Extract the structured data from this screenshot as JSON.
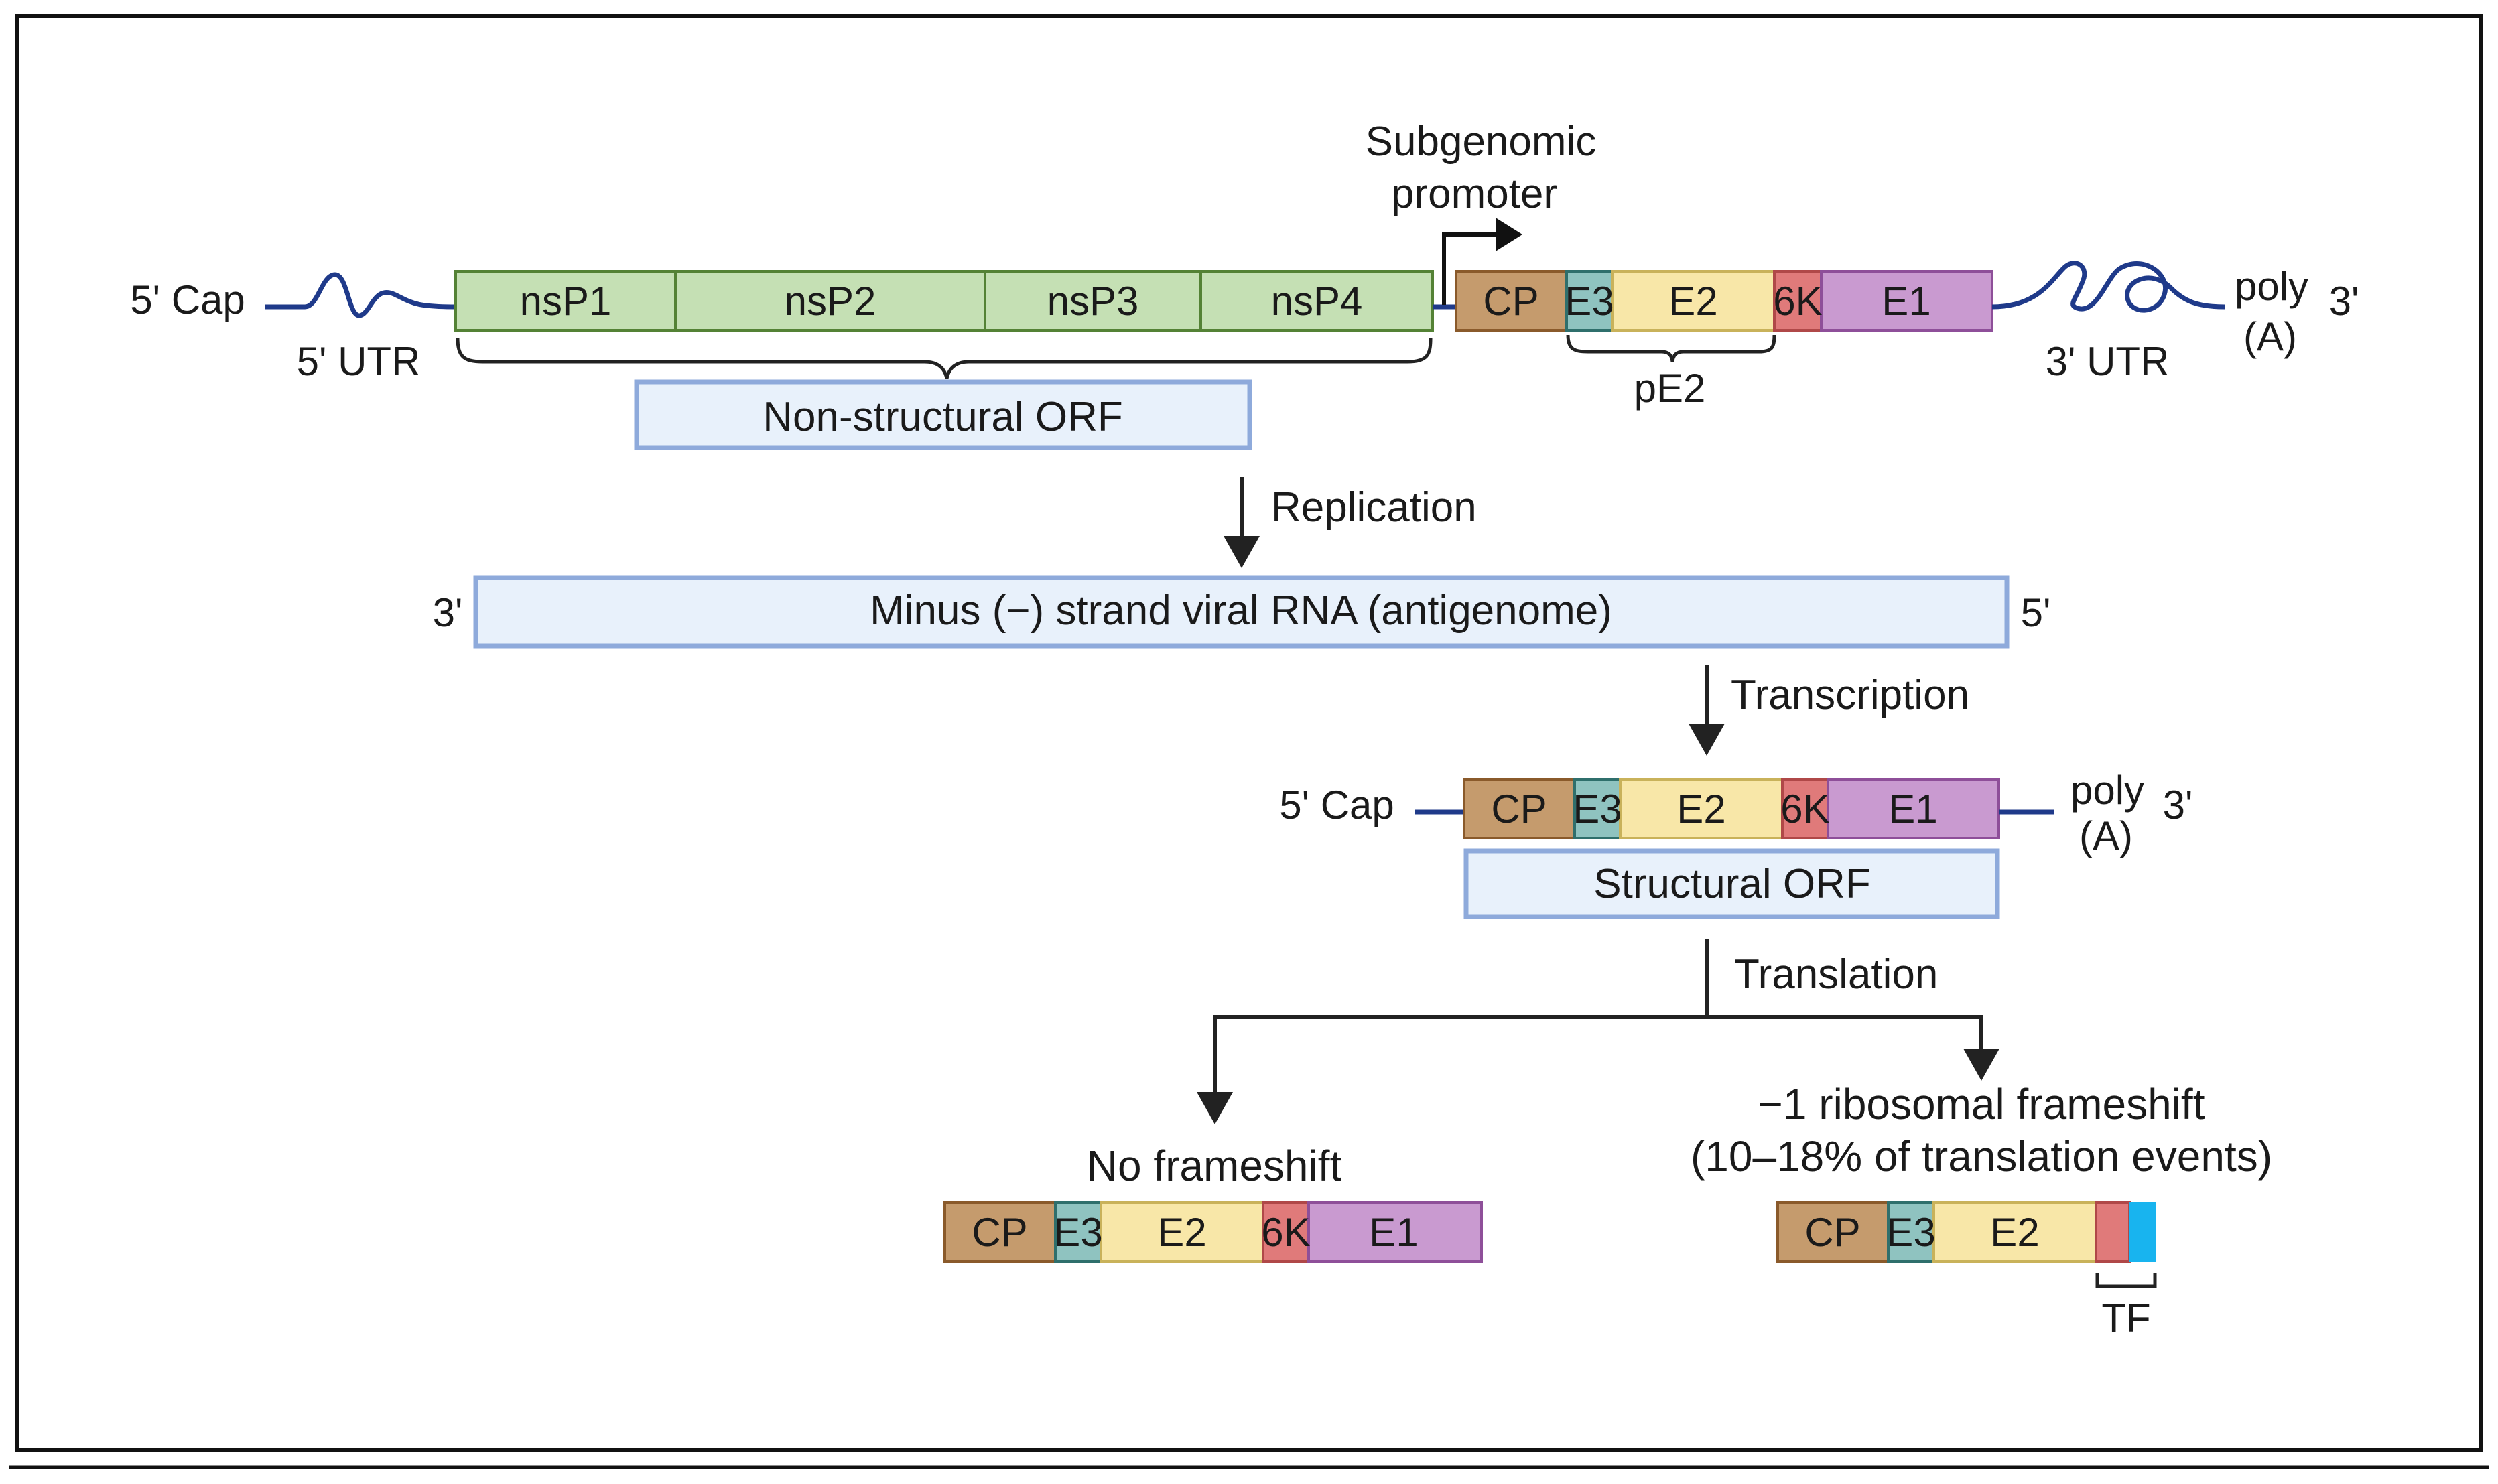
{
  "colors": {
    "nsp_fill": "#c5e0b4",
    "nsp_stroke": "#548235",
    "cp_fill": "#c59b6d",
    "cp_stroke": "#8a5a2b",
    "e3_fill": "#8fc3c0",
    "e3_stroke": "#2f6f6c",
    "e2_fill": "#f8e7a8",
    "e2_stroke": "#c9b25a",
    "k6_fill": "#e07a7a",
    "k6_stroke": "#b04848",
    "e1_fill": "#c99ad0",
    "e1_stroke": "#8e4f99",
    "tf_fill": "#18b4ef",
    "orf_fill": "#e8f1fb",
    "orf_stroke": "#8eaadb",
    "rna_line": "#1f3a8a",
    "arrow": "#222222",
    "frame": "#111111"
  },
  "genome": {
    "five_cap": "5' Cap",
    "five_utr": "5' UTR",
    "three_utr": "3' UTR",
    "poly": "poly",
    "poly_a": "(A)",
    "three_end": "3'",
    "nsp_segments": [
      "nsP1",
      "nsP2",
      "nsP3",
      "nsP4"
    ],
    "structural_segments": [
      "CP",
      "E3",
      "E2",
      "6K",
      "E1"
    ],
    "nonstructural_orf": "Non-structural ORF",
    "pe2": "pE2",
    "subgenomic_promoter_line1": "Subgenomic",
    "subgenomic_promoter_line2": "promoter"
  },
  "replication": {
    "label": "Replication",
    "antigenome": "Minus (−) strand viral RNA (antigenome)",
    "left_end": "3'",
    "right_end": "5'"
  },
  "transcription": {
    "label": "Transcription",
    "five_cap": "5' Cap",
    "poly": "poly",
    "poly_a": "(A)",
    "three_end": "3'",
    "segments": [
      "CP",
      "E3",
      "E2",
      "6K",
      "E1"
    ],
    "structural_orf": "Structural ORF"
  },
  "translation": {
    "label": "Translation",
    "no_frameshift": "No frameshift",
    "no_frameshift_segments": [
      "CP",
      "E3",
      "E2",
      "6K",
      "E1"
    ],
    "frameshift_line1": "−1 ribosomal frameshift",
    "frameshift_line2": "(10–18% of translation events)",
    "frameshift_segments": [
      "CP",
      "E3",
      "E2"
    ],
    "tf": "TF"
  }
}
